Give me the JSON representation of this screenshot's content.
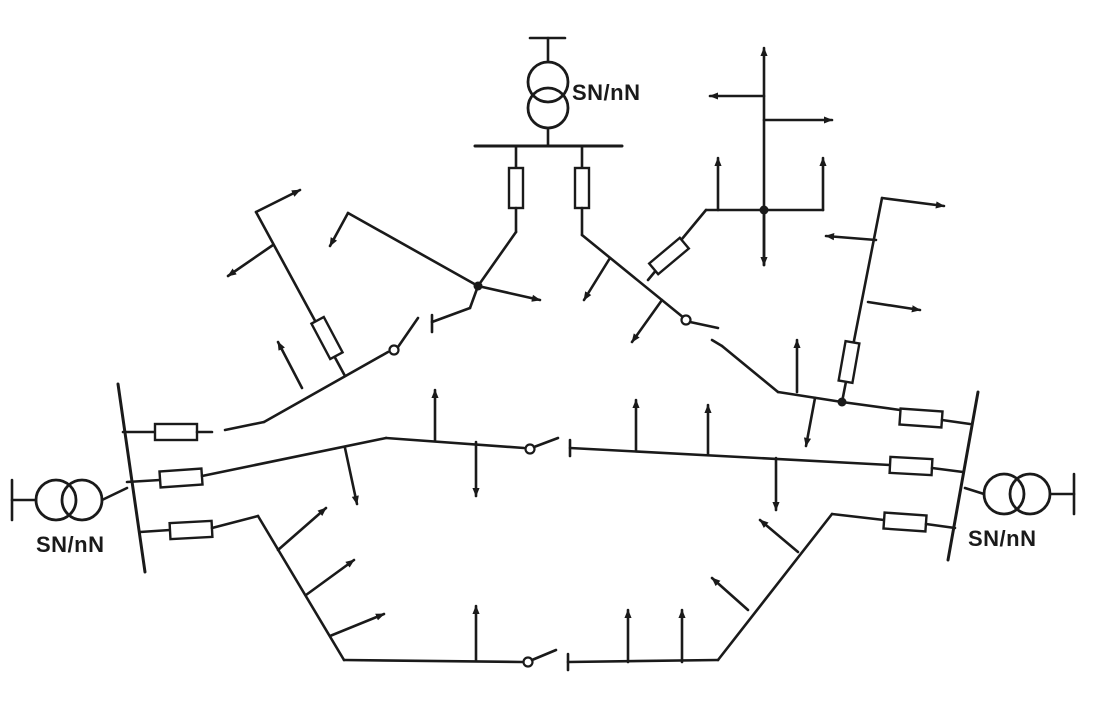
{
  "diagram": {
    "transformers": [
      {
        "id": "top",
        "label": "SN/nN"
      },
      {
        "id": "left",
        "label": "SN/nN"
      },
      {
        "id": "right",
        "label": "SN/nN"
      }
    ],
    "colors": {
      "ink": "#1a1a1a",
      "paper": "#ffffff"
    }
  }
}
